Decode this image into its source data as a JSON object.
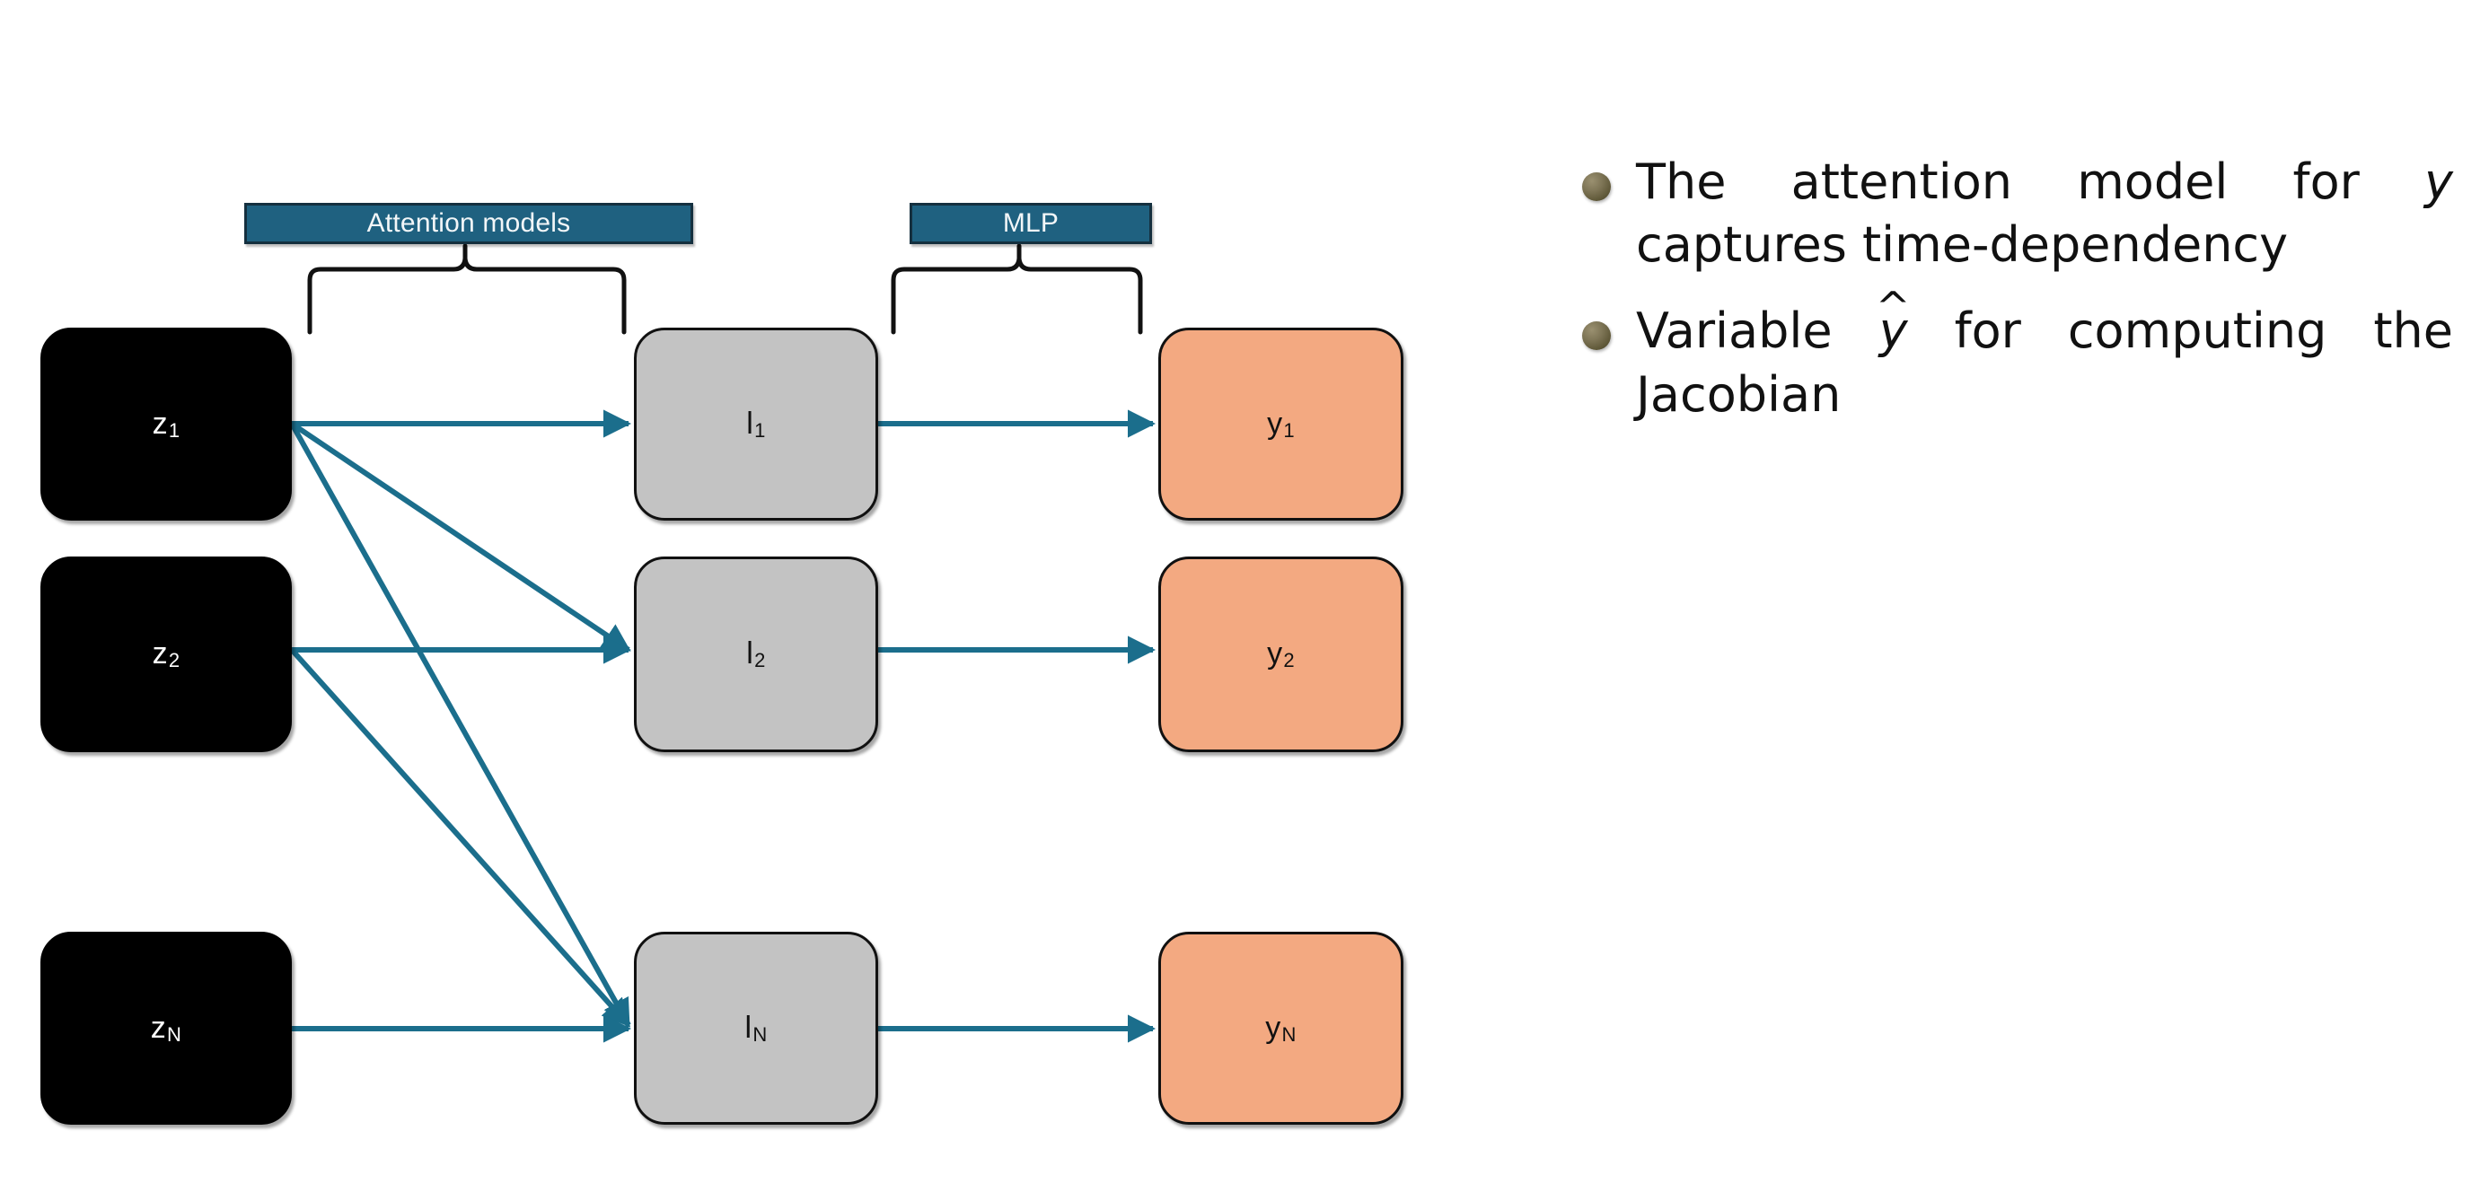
{
  "slide": {
    "background": "#ffffff",
    "accent_teal": "#1F6180",
    "arrow_color": "#1B6E8C",
    "node_black": "#000000",
    "node_gray": "#C3C3C3",
    "node_orange": "#F3A981",
    "bullet_color": "#7E7556"
  },
  "diagram": {
    "group_labels": [
      {
        "id": "attention-models",
        "text": "Attention models"
      },
      {
        "id": "mlp",
        "text": "MLP"
      }
    ],
    "columns": [
      {
        "id": "inputs",
        "kind": "z"
      },
      {
        "id": "latents",
        "kind": "l"
      },
      {
        "id": "outputs",
        "kind": "y"
      }
    ],
    "nodes": {
      "z": [
        {
          "id": "z1",
          "base": "z",
          "sub": "1"
        },
        {
          "id": "z2",
          "base": "z",
          "sub": "2"
        },
        {
          "id": "zN",
          "base": "z",
          "sub": "N"
        }
      ],
      "l": [
        {
          "id": "l1",
          "base": "l",
          "sub": "1"
        },
        {
          "id": "l2",
          "base": "l",
          "sub": "2"
        },
        {
          "id": "lN",
          "base": "l",
          "sub": "N"
        }
      ],
      "y": [
        {
          "id": "y1",
          "base": "y",
          "sub": "1"
        },
        {
          "id": "y2",
          "base": "y",
          "sub": "2"
        },
        {
          "id": "yN",
          "base": "y",
          "sub": "N"
        }
      ]
    },
    "edges": [
      {
        "from": "z1",
        "to": "l1"
      },
      {
        "from": "z1",
        "to": "l2"
      },
      {
        "from": "z1",
        "to": "lN"
      },
      {
        "from": "z2",
        "to": "l2"
      },
      {
        "from": "z2",
        "to": "lN"
      },
      {
        "from": "zN",
        "to": "lN"
      },
      {
        "from": "l1",
        "to": "y1"
      },
      {
        "from": "l2",
        "to": "y2"
      },
      {
        "from": "lN",
        "to": "yN"
      }
    ]
  },
  "bullets": [
    {
      "id": "bullet-attention",
      "parts": [
        {
          "t": "The attention model for ",
          "style": "normal"
        },
        {
          "t": "y",
          "style": "italic"
        },
        {
          "t": " captures time-dependency",
          "style": "normal"
        }
      ],
      "plain": "The attention model for y captures time-dependency"
    },
    {
      "id": "bullet-jacobian",
      "parts": [
        {
          "t": "Variable ",
          "style": "normal"
        },
        {
          "t": "y",
          "style": "italic-hat"
        },
        {
          "t": " for computing the Jacobian",
          "style": "normal"
        }
      ],
      "plain": "Variable ŷ for computing the Jacobian"
    }
  ]
}
